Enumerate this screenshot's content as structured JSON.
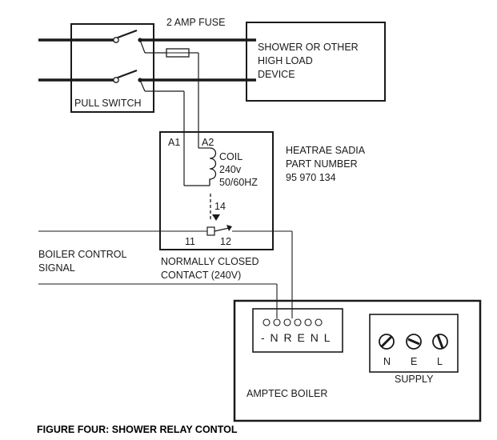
{
  "labels": {
    "fuse": "2 AMP FUSE",
    "device_line1": "SHOWER OR OTHER",
    "device_line2": "HIGH LOAD",
    "device_line3": "DEVICE",
    "pull_switch": "PULL SWITCH",
    "relay_a1": "A1",
    "relay_a2": "A2",
    "coil_line1": "COIL",
    "coil_line2": "240v",
    "coil_line3": "50/60HZ",
    "contact_14": "14",
    "contact_11": "11",
    "contact_12": "12",
    "part_line1": "HEATRAE SADIA",
    "part_line2": "PART NUMBER",
    "part_line3": "95 970 134",
    "boiler_signal_line1": "BOILER CONTROL",
    "boiler_signal_line2": "SIGNAL",
    "nc_line1": "NORMALLY CLOSED",
    "nc_line2": "CONTACT (240V)",
    "boiler_terminals": "- N R E N L",
    "supply_n": "N",
    "supply_e": "E",
    "supply_l": "L",
    "supply": "SUPPLY",
    "boiler": "AMPTEC BOILER",
    "caption": "FIGURE FOUR: SHOWER RELAY CONTOL"
  }
}
